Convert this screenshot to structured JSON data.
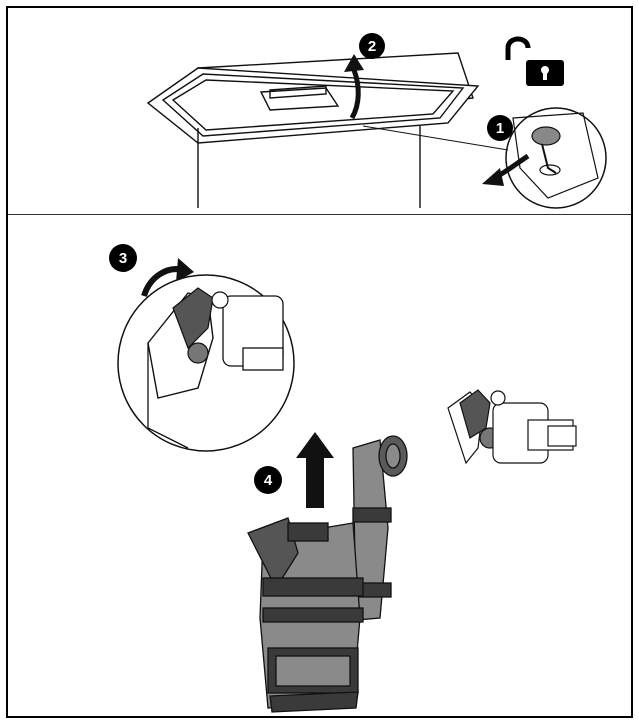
{
  "steps": [
    {
      "number": "1",
      "icon": "key-turn-icon"
    },
    {
      "number": "2",
      "icon": "lift-arrow-icon"
    },
    {
      "number": "3",
      "icon": "rotate-arrow-icon"
    },
    {
      "number": "4",
      "icon": "pull-up-arrow-icon"
    }
  ],
  "icons": {
    "lock": "unlocked-padlock-icon"
  },
  "colors": {
    "line": "#111111",
    "badge": "#000000",
    "pump_fill": "#8a8a8a",
    "pump_dark": "#3a3a3a"
  }
}
